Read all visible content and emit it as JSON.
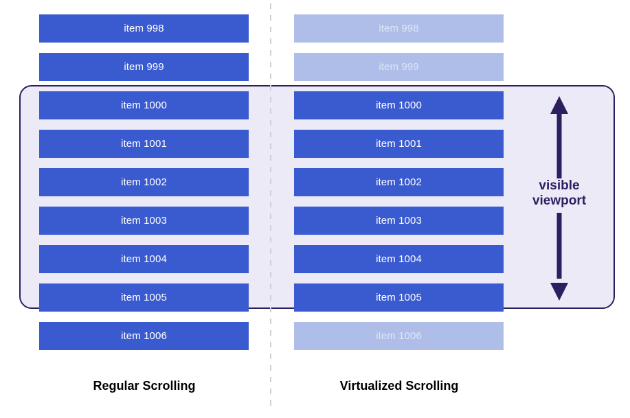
{
  "diagram": {
    "title": "Regular Scrolling vs Virtualized Scrolling",
    "colors": {
      "item_active": "#3A5BD0",
      "item_faded": "#AEBEE8",
      "viewport_fill": "#ECEAF7",
      "viewport_border": "#2D1E5F",
      "divider": "#CFCFD4",
      "caption_text": "#000000",
      "item_text": "#FFFFFF",
      "item_faded_text": "#DDE5F6"
    }
  },
  "columns": [
    {
      "key": "regular",
      "caption": "Regular Scrolling",
      "items": [
        {
          "label": "item 998",
          "rendered": true,
          "in_viewport": false
        },
        {
          "label": "item 999",
          "rendered": true,
          "in_viewport": false
        },
        {
          "label": "item 1000",
          "rendered": true,
          "in_viewport": true
        },
        {
          "label": "item 1001",
          "rendered": true,
          "in_viewport": true
        },
        {
          "label": "item 1002",
          "rendered": true,
          "in_viewport": true
        },
        {
          "label": "item 1003",
          "rendered": true,
          "in_viewport": true
        },
        {
          "label": "item 1004",
          "rendered": true,
          "in_viewport": true
        },
        {
          "label": "item 1005",
          "rendered": true,
          "in_viewport": true
        },
        {
          "label": "item 1006",
          "rendered": true,
          "in_viewport": false
        }
      ]
    },
    {
      "key": "virtualized",
      "caption": "Virtualized Scrolling",
      "items": [
        {
          "label": "item 998",
          "rendered": false,
          "in_viewport": false
        },
        {
          "label": "item 999",
          "rendered": false,
          "in_viewport": false
        },
        {
          "label": "item 1000",
          "rendered": true,
          "in_viewport": true
        },
        {
          "label": "item 1001",
          "rendered": true,
          "in_viewport": true
        },
        {
          "label": "item 1002",
          "rendered": true,
          "in_viewport": true
        },
        {
          "label": "item 1003",
          "rendered": true,
          "in_viewport": true
        },
        {
          "label": "item 1004",
          "rendered": true,
          "in_viewport": true
        },
        {
          "label": "item 1005",
          "rendered": true,
          "in_viewport": true
        },
        {
          "label": "item 1006",
          "rendered": false,
          "in_viewport": false
        }
      ]
    }
  ],
  "viewport": {
    "label_line1": "visible",
    "label_line2": "viewport"
  }
}
